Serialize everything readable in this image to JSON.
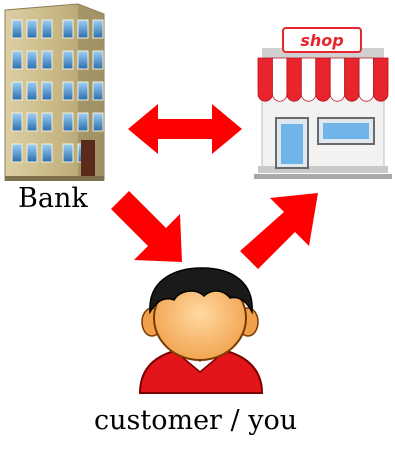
{
  "labels": {
    "bank": "Bank",
    "shop_sign": "shop",
    "customer": "customer / you"
  },
  "colors": {
    "arrow": "#ff0000",
    "awning_red": "#e8242c",
    "awning_white": "#ffffff",
    "shop_wall": "#f0f0f0",
    "window_blue": "#5aa8e8",
    "building": "#c9b98c",
    "building_window": "#2f7fbf",
    "person_shirt": "#e3151b",
    "person_skin": "#f5b36b",
    "person_hair": "#1a1a1a"
  },
  "icons": {
    "bank": "office-building-icon",
    "shop": "storefront-icon",
    "customer": "person-avatar-icon"
  },
  "arrows": [
    {
      "name": "bank-shop-arrow",
      "kind": "bidirectional"
    },
    {
      "name": "bank-to-customer-arrow",
      "kind": "one-way"
    },
    {
      "name": "customer-to-shop-arrow",
      "kind": "one-way"
    }
  ]
}
